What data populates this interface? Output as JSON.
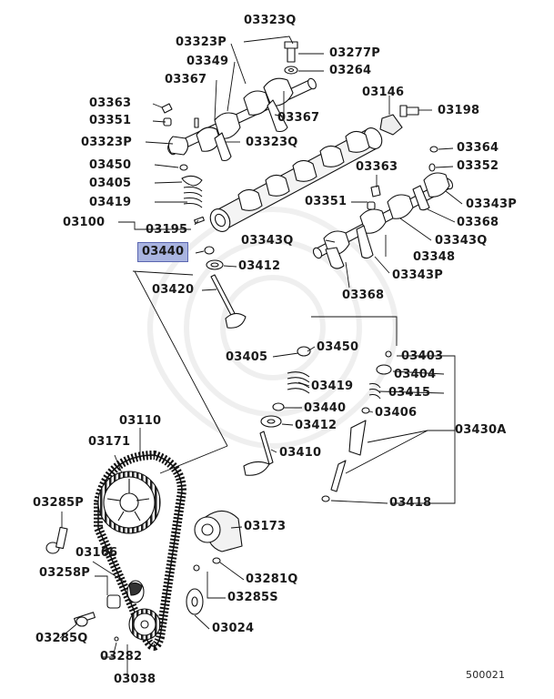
{
  "highlight": "03440",
  "diagram_code": "500021",
  "labels": {
    "p03323Q_top": "03323Q",
    "p03323P_top": "03323P",
    "p03277P": "03277P",
    "p03349": "03349",
    "p03264": "03264",
    "p03367_a": "03367",
    "p03146": "03146",
    "p03198": "03198",
    "p03363_l": "03363",
    "p03351_l": "03351",
    "p03367_b": "03367",
    "p03323P_l": "03323P",
    "p03323Q_l": "03323Q",
    "p03364": "03364",
    "p03450_l": "03450",
    "p03352": "03352",
    "p03363_r": "03363",
    "p03405_l": "03405",
    "p03419_l": "03419",
    "p03351_r": "03351",
    "p03343P_r": "03343P",
    "p03100": "03100",
    "p03195": "03195",
    "p03368_r": "03368",
    "p03343Q_m": "03343Q",
    "p03343Q_r": "03343Q",
    "p03440_hl": "03440",
    "p03412_l": "03412",
    "p03348": "03348",
    "p03343P_m": "03343P",
    "p03420": "03420",
    "p03368_m": "03368",
    "p03405_m": "03405",
    "p03450_m": "03450",
    "p03403": "03403",
    "p03404": "03404",
    "p03419_m": "03419",
    "p03415": "03415",
    "p03440_m": "03440",
    "p03406": "03406",
    "p03412_m": "03412",
    "p03110": "03110",
    "p03430A": "03430A",
    "p03171": "03171",
    "p03410": "03410",
    "p03418": "03418",
    "p03285P": "03285P",
    "p03173": "03173",
    "p03166": "03166",
    "p03258P": "03258P",
    "p03281Q": "03281Q",
    "p03285S": "03285S",
    "p03024": "03024",
    "p03285Q": "03285Q",
    "p03282": "03282",
    "p03038": "03038"
  }
}
